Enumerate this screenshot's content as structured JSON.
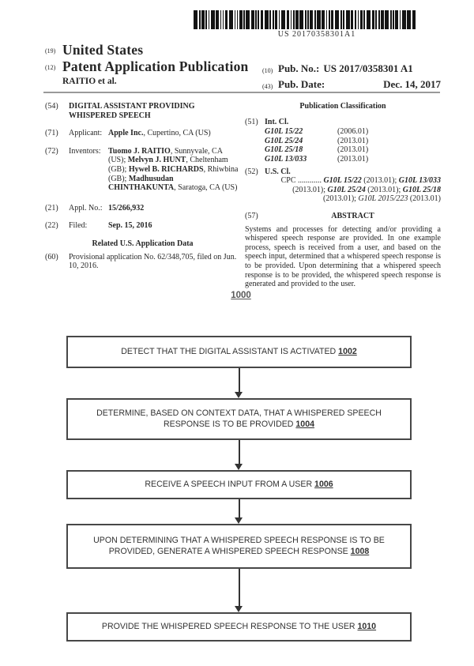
{
  "barcode": {
    "text": "US 20170358301A1"
  },
  "header": {
    "country_code": "(19)",
    "country": "United States",
    "kind_code": "(12)",
    "kind": "Patent Application Publication",
    "authors": "RAITIO et al.",
    "pub_no_code": "(10)",
    "pub_no_label": "Pub. No.:",
    "pub_no": "US 2017/0358301 A1",
    "pub_date_code": "(43)",
    "pub_date_label": "Pub. Date:",
    "pub_date": "Dec. 14, 2017"
  },
  "left": {
    "title_code": "(54)",
    "title": "DIGITAL ASSISTANT PROVIDING WHISPERED SPEECH",
    "applicant_code": "(71)",
    "applicant_label": "Applicant:",
    "applicant_segments": [
      {
        "t": "Apple Inc.",
        "b": true
      },
      {
        "t": ", Cupertino, CA (US)"
      }
    ],
    "inventors_code": "(72)",
    "inventors_label": "Inventors:",
    "inventors_segments": [
      {
        "t": "Tuomo J. RAITIO",
        "b": true
      },
      {
        "t": ", Sunnyvale, CA (US); "
      },
      {
        "t": "Melvyn J. HUNT",
        "b": true
      },
      {
        "t": ", Cheltenham (GB); "
      },
      {
        "t": "Hywel B. RICHARDS",
        "b": true
      },
      {
        "t": ", Rhiwbina (GB); "
      },
      {
        "t": "Madhusudan CHINTHAKUNTA",
        "b": true
      },
      {
        "t": ", Saratoga, CA (US)"
      }
    ],
    "appl_code": "(21)",
    "appl_label": "Appl. No.:",
    "appl_no": "15/266,932",
    "filed_code": "(22)",
    "filed_label": "Filed:",
    "filed_date": "Sep. 15, 2016",
    "related_heading": "Related U.S. Application Data",
    "provisional_code": "(60)",
    "provisional_text": "Provisional application No. 62/348,705, filed on Jun. 10, 2016."
  },
  "right": {
    "classification_heading": "Publication Classification",
    "intcl_code": "(51)",
    "intcl_label": "Int. Cl.",
    "int_cl": [
      {
        "code": "G10L 15/22",
        "version": "(2006.01)"
      },
      {
        "code": "G10L 25/24",
        "version": "(2013.01)"
      },
      {
        "code": "G10L 25/18",
        "version": "(2013.01)"
      },
      {
        "code": "G10L 13/033",
        "version": "(2013.01)"
      }
    ],
    "uscl_code": "(52)",
    "uscl_label": "U.S. Cl.",
    "cpc_segments": [
      {
        "t": "CPC ............ "
      },
      {
        "t": "G10L 15/22",
        "b": true,
        "i": true
      },
      {
        "t": " (2013.01); "
      },
      {
        "t": "G10L 13/033",
        "b": true,
        "i": true
      },
      {
        "t": " (2013.01); "
      },
      {
        "t": "G10L 25/24",
        "b": true,
        "i": true
      },
      {
        "t": " (2013.01); "
      },
      {
        "t": "G10L 25/18",
        "b": true,
        "i": true
      },
      {
        "t": " (2013.01); "
      },
      {
        "t": "G10L 2015/223",
        "i": true
      },
      {
        "t": " (2013.01)"
      }
    ],
    "abstract_code": "(57)",
    "abstract_heading": "ABSTRACT",
    "abstract_text": "Systems and processes for detecting and/or providing a whispered speech response are provided. In one example process, speech is received from a user, and based on the speech input, determined that a whispered speech response is to be provided. Upon determining that a whispered speech response is to be provided, the whispered speech response is generated and provided to the user."
  },
  "figure": {
    "label": "1000",
    "steps": [
      {
        "text": "DETECT THAT THE DIGITAL ASSISTANT IS ACTIVATED",
        "ref": "1002"
      },
      {
        "text": "DETERMINE, BASED ON CONTEXT DATA, THAT A WHISPERED SPEECH RESPONSE IS TO BE PROVIDED",
        "ref": "1004"
      },
      {
        "text": "RECEIVE A SPEECH INPUT FROM A USER",
        "ref": "1006"
      },
      {
        "text": "UPON DETERMINING THAT A WHISPERED SPEECH RESPONSE IS TO BE PROVIDED, GENERATE A WHISPERED SPEECH RESPONSE",
        "ref": "1008"
      },
      {
        "text": "PROVIDE THE WHISPERED SPEECH RESPONSE TO THE USER",
        "ref": "1010"
      }
    ]
  }
}
